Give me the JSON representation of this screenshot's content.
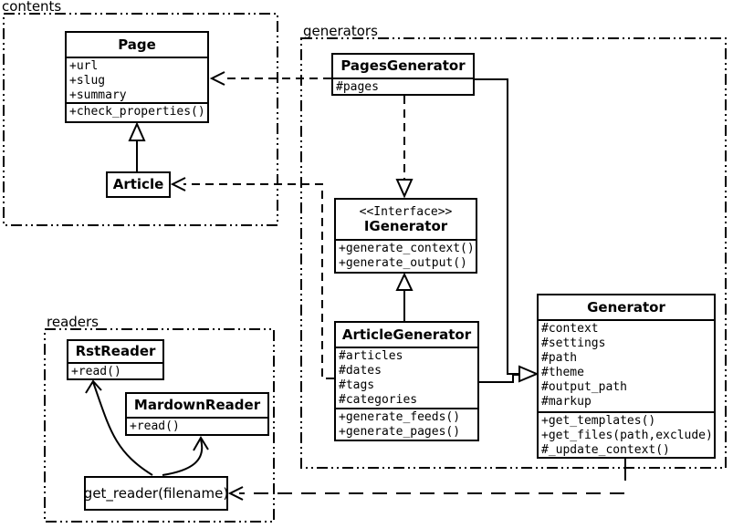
{
  "diagram": {
    "packages": {
      "contents": {
        "label": "contents"
      },
      "generators": {
        "label": "generators"
      },
      "readers": {
        "label": "readers"
      }
    },
    "classes": {
      "page": {
        "name": "Page",
        "attributes": [
          "+url",
          "+slug",
          "+summary"
        ],
        "methods": [
          "+check_properties()"
        ]
      },
      "article": {
        "name": "Article"
      },
      "pages_generator": {
        "name": "PagesGenerator",
        "attributes": [
          "#pages"
        ]
      },
      "igenerator": {
        "stereotype": "<<Interface>>",
        "name": "IGenerator",
        "methods": [
          "+generate_context()",
          "+generate_output()"
        ]
      },
      "article_generator": {
        "name": "ArticleGenerator",
        "attributes": [
          "#articles",
          "#dates",
          "#tags",
          "#categories"
        ],
        "methods": [
          "+generate_feeds()",
          "+generate_pages()"
        ]
      },
      "generator": {
        "name": "Generator",
        "attributes": [
          "#context",
          "#settings",
          "#path",
          "#theme",
          "#output_path",
          "#markup"
        ],
        "methods": [
          "+get_templates()",
          "+get_files(path,exclude)",
          "#_update_context()"
        ]
      },
      "rst_reader": {
        "name": "RstReader",
        "methods": [
          "+read()"
        ]
      },
      "mardown_reader": {
        "name": "MardownReader",
        "methods": [
          "+read()"
        ]
      },
      "get_reader": {
        "label": "get_reader(filename)"
      }
    },
    "relationships": [
      {
        "from": "Article",
        "to": "Page",
        "type": "generalization"
      },
      {
        "from": "PagesGenerator",
        "to": "Page",
        "type": "dependency"
      },
      {
        "from": "ArticleGenerator",
        "to": "Article",
        "type": "dependency"
      },
      {
        "from": "PagesGenerator",
        "to": "IGenerator",
        "type": "realization"
      },
      {
        "from": "ArticleGenerator",
        "to": "IGenerator",
        "type": "generalization"
      },
      {
        "from": "PagesGenerator",
        "to": "Generator",
        "type": "generalization"
      },
      {
        "from": "ArticleGenerator",
        "to": "Generator",
        "type": "generalization"
      },
      {
        "from": "Generator",
        "to": "get_reader(filename)",
        "type": "dependency"
      },
      {
        "from": "get_reader(filename)",
        "to": "RstReader",
        "type": "arrow"
      },
      {
        "from": "get_reader(filename)",
        "to": "MardownReader",
        "type": "arrow"
      }
    ]
  },
  "colors": {
    "stroke": "#000000",
    "background": "#ffffff",
    "box_fill": "#ffffff"
  }
}
